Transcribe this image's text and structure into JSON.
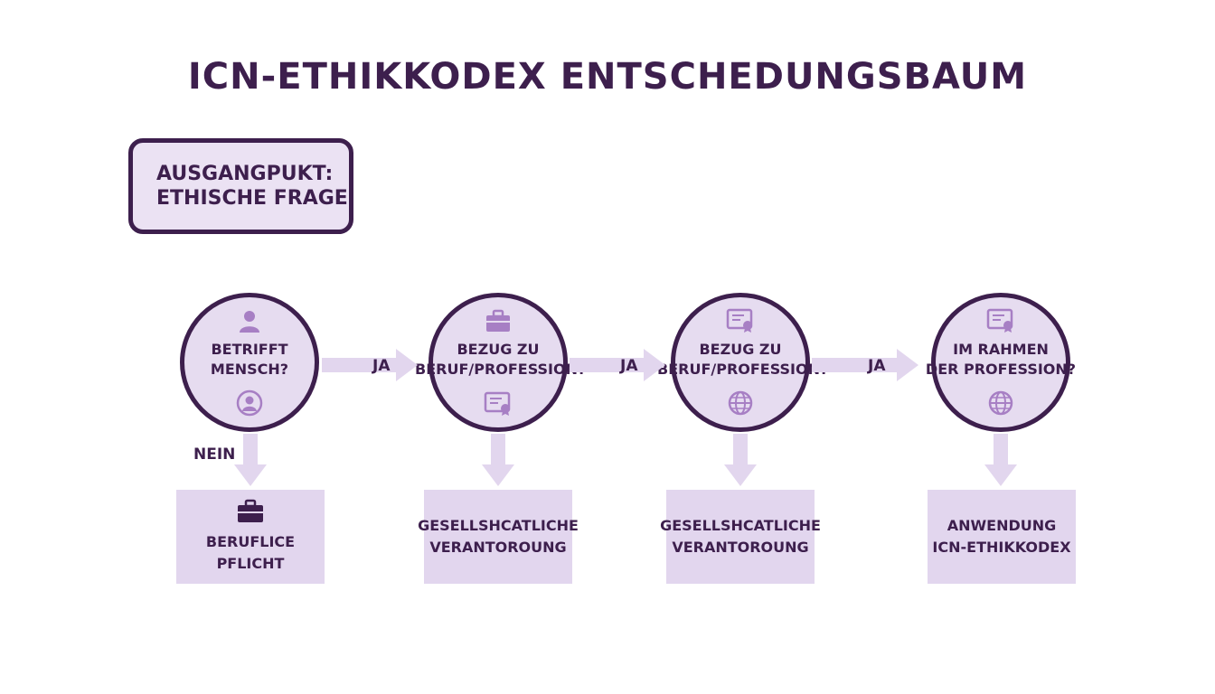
{
  "title": "ICN-ETHIKKODEX ENTSCHEDUNGSBAUM",
  "start": {
    "line1": "AUSGANGPUKT:",
    "line2": "ETHISCHE FRAGE"
  },
  "nodes": [
    {
      "line1": "BETRIFFT",
      "line2": "MENSCH?",
      "icon_top": "person-icon",
      "icon_bottom": "user-circle-icon"
    },
    {
      "line1": "BEZUG ZU",
      "line2": "BERUF/PROFESSION?",
      "icon_top": "briefcase-icon",
      "icon_bottom": "certificate-icon"
    },
    {
      "line1": "BEZUG ZU",
      "line2": "BERUF/PROFESSION?",
      "icon_top": "certificate-icon",
      "icon_bottom": "globe-icon"
    },
    {
      "line1": "IM RAHMEN",
      "line2": "DER PROFESSION?",
      "icon_top": "certificate-icon",
      "icon_bottom": "globe-icon"
    }
  ],
  "edges": {
    "yes": "JA",
    "no": "NEIN"
  },
  "results": [
    {
      "line1": "BERUFLICE",
      "line2": "PFLICHT",
      "icon": "briefcase-icon"
    },
    {
      "line1": "GESELLSHCATLICHE",
      "line2": "VERANTOROUNG"
    },
    {
      "line1": "GESELLSHCATLICHE",
      "line2": "VERANTOROUNG"
    },
    {
      "line1": "ANWENDUNG",
      "line2": "ICN-ETHIKKODEX"
    }
  ],
  "colors": {
    "dark": "#3d1f4d",
    "node_fill": "#e6dcf0",
    "arrow": "#e2d6ee",
    "icon": "#a77fc4"
  }
}
